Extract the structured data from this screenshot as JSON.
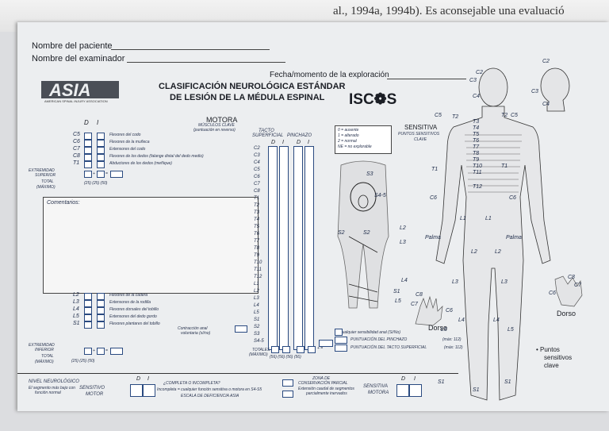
{
  "header_text": "al., 1994a, 1994b). Es aconsejable una evaluació",
  "form": {
    "patient_label": "Nombre del paciente",
    "examiner_label": "Nombre del examinador",
    "date_label": "Fecha/momento de la exploración",
    "title_line1": "CLASIFICACIÓN NEUROLÓGICA ESTÁNDAR",
    "title_line2": "DE LESIÓN DE LA MÉDULA ESPINAL",
    "iscos": "ISC❁S",
    "comments": "Comentarios:"
  },
  "cols": {
    "d": "D",
    "i": "I"
  },
  "motor": {
    "heading": "MOTORA",
    "sub1": "MÚSCULOS CLAVE",
    "sub2": "(puntuación en reverso)",
    "upper_rows": [
      {
        "level": "C5",
        "label": "Flexores del codo"
      },
      {
        "level": "C6",
        "label": "Flexores de la muñeca"
      },
      {
        "level": "C7",
        "label": "Extensores del codo"
      },
      {
        "level": "C8",
        "label": "Flexores de los dedos (falange distal del dedo medio)"
      },
      {
        "level": "T1",
        "label": "Abductores de los dedos (meñique)"
      }
    ],
    "lower_rows": [
      {
        "level": "L2",
        "label": "Flexores de la cadera"
      },
      {
        "level": "L3",
        "label": "Extensores de la rodilla"
      },
      {
        "level": "L4",
        "label": "Flexores dorsales del tobillo"
      },
      {
        "level": "L5",
        "label": "Extensores del dedo gordo"
      },
      {
        "level": "S1",
        "label": "Flexores plantares del tobillo"
      }
    ],
    "upper_total_l1": "EXTREMIDAD",
    "upper_total_l2": "SUPERIOR",
    "lower_total_l1": "EXTREMIDAD",
    "lower_total_l2": "INFERIOR",
    "total": "TOTAL",
    "maximo": "(MÁXIMO)",
    "max_upper": "(25)    (25)       (50)",
    "max_lower": "(25)   (25)      (50)",
    "anal1": "Contracción anal",
    "anal2": "voluntaria (sí/no)"
  },
  "sensory": {
    "heading": "SENSITIVA",
    "sub1": "PUNTOS SENSITIVOS",
    "sub2": "CLAVE",
    "tacto": "TACTO",
    "superficial": "SUPERFICIAL",
    "pinchazo": "PINCHAZO",
    "levels": [
      "C2",
      "C3",
      "C4",
      "C5",
      "C6",
      "C7",
      "C8",
      "T1",
      "T2",
      "T3",
      "T4",
      "T5",
      "T6",
      "T7",
      "T8",
      "T9",
      "T10",
      "T11",
      "T12",
      "L1",
      "L2",
      "L3",
      "L4",
      "L5",
      "S1",
      "S2",
      "S3",
      "S4-5"
    ],
    "legend": [
      "0 = ausente",
      "1 = alterado",
      "2 = normal",
      "NE = no explorable"
    ],
    "totales": "TOTALES",
    "max_values": "(56) (56) (56) (56)",
    "anal": "Cualquier sensibilidad anal (Sí/No)",
    "plus_eq": "+      =",
    "pin_score": "PUNTUACIÓN DEL PINCHAZO",
    "touch_score": "PUNTUACIÓN DEL TACTO SUPERFICIAL",
    "max112": "(máx: 112)"
  },
  "perineal": {
    "s3": "S3",
    "s45": "S4-5",
    "s2": "S2",
    "l2": "L2",
    "l3": "L3",
    "l4": "L4",
    "s1": "S1",
    "l5": "L5"
  },
  "hands": {
    "c6": "C6",
    "c7": "C7",
    "c8": "C8",
    "dorso": "Dorso"
  },
  "body": {
    "labels": [
      "C2",
      "C3",
      "C4",
      "T2",
      "T3",
      "T4",
      "T5",
      "T6",
      "T7",
      "T8",
      "T9",
      "T10",
      "T11",
      "T12",
      "C5",
      "C5",
      "T2",
      "T1",
      "T1",
      "C6",
      "C6",
      "Palma",
      "Palma",
      "L1",
      "L1",
      "L2",
      "L2",
      "L3",
      "L3",
      "L4",
      "L4",
      "L5",
      "L5",
      "S1",
      "S1",
      "S1",
      "C2",
      "C3",
      "C4"
    ],
    "key_points_1": "• Puntos",
    "key_points_2": "sensitivos",
    "key_points_3": "clave"
  },
  "bottom": {
    "neuro_level": "NIVEL NEUROLÓGICO",
    "neuro_desc1": "El segmento más bajo con",
    "neuro_desc2": "función normal",
    "sensitivo": "SENSITIVO",
    "motor": "MOTOR",
    "complete": "¿COMPLETA O INCOMPLETA?",
    "complete_desc": "Incompleta = cualquier función sensitiva o motora en S4-S5",
    "asia_scale": "ESCALA DE DEFICIENCIA ASIA",
    "zpp1": "ZONA DE",
    "zpp2": "CONSERVACIÓN PARCIAL",
    "zpp3": "Extensión caudal de segmentos",
    "zpp4": "parcialmente inervados",
    "sensitiva": "SENSITIVA",
    "motora": "MOTORA"
  }
}
